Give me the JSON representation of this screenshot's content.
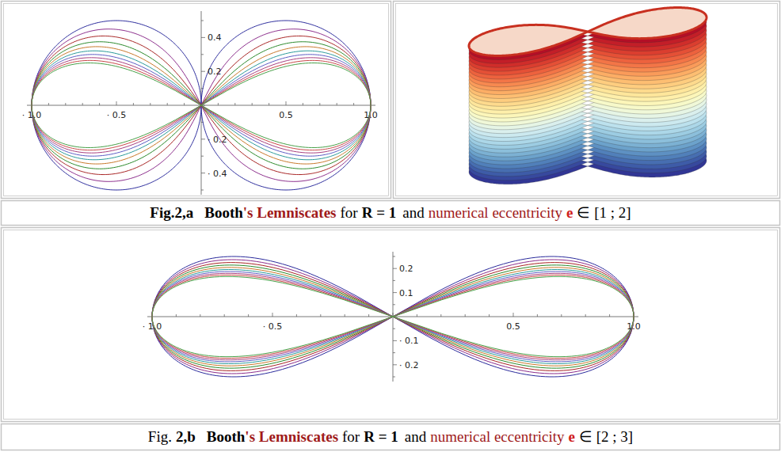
{
  "diagram": {
    "labels": [
      "0.4",
      "0.2",
      "· 0.2",
      "· 0.4",
      "· 1.0",
      "· 0.5",
      "0.5",
      "1.0",
      "Fig.2,a",
      "Booth",
      "'s Lemniscates",
      "for",
      "R = 1",
      "and",
      "numerical eccentricity",
      "e",
      "∈ [1 ; 2]",
      "0.2",
      "0.1",
      "· 0.1",
      "· 0.2",
      "· 1.0",
      "· 0.5",
      "0.5",
      "1.0",
      "Fig.",
      "2,b",
      "Booth",
      "'s Lemniscates",
      "for",
      "R = 1",
      "and",
      "numerical eccentricity",
      "e",
      "∈ [2 ; 3]"
    ]
  }
}
